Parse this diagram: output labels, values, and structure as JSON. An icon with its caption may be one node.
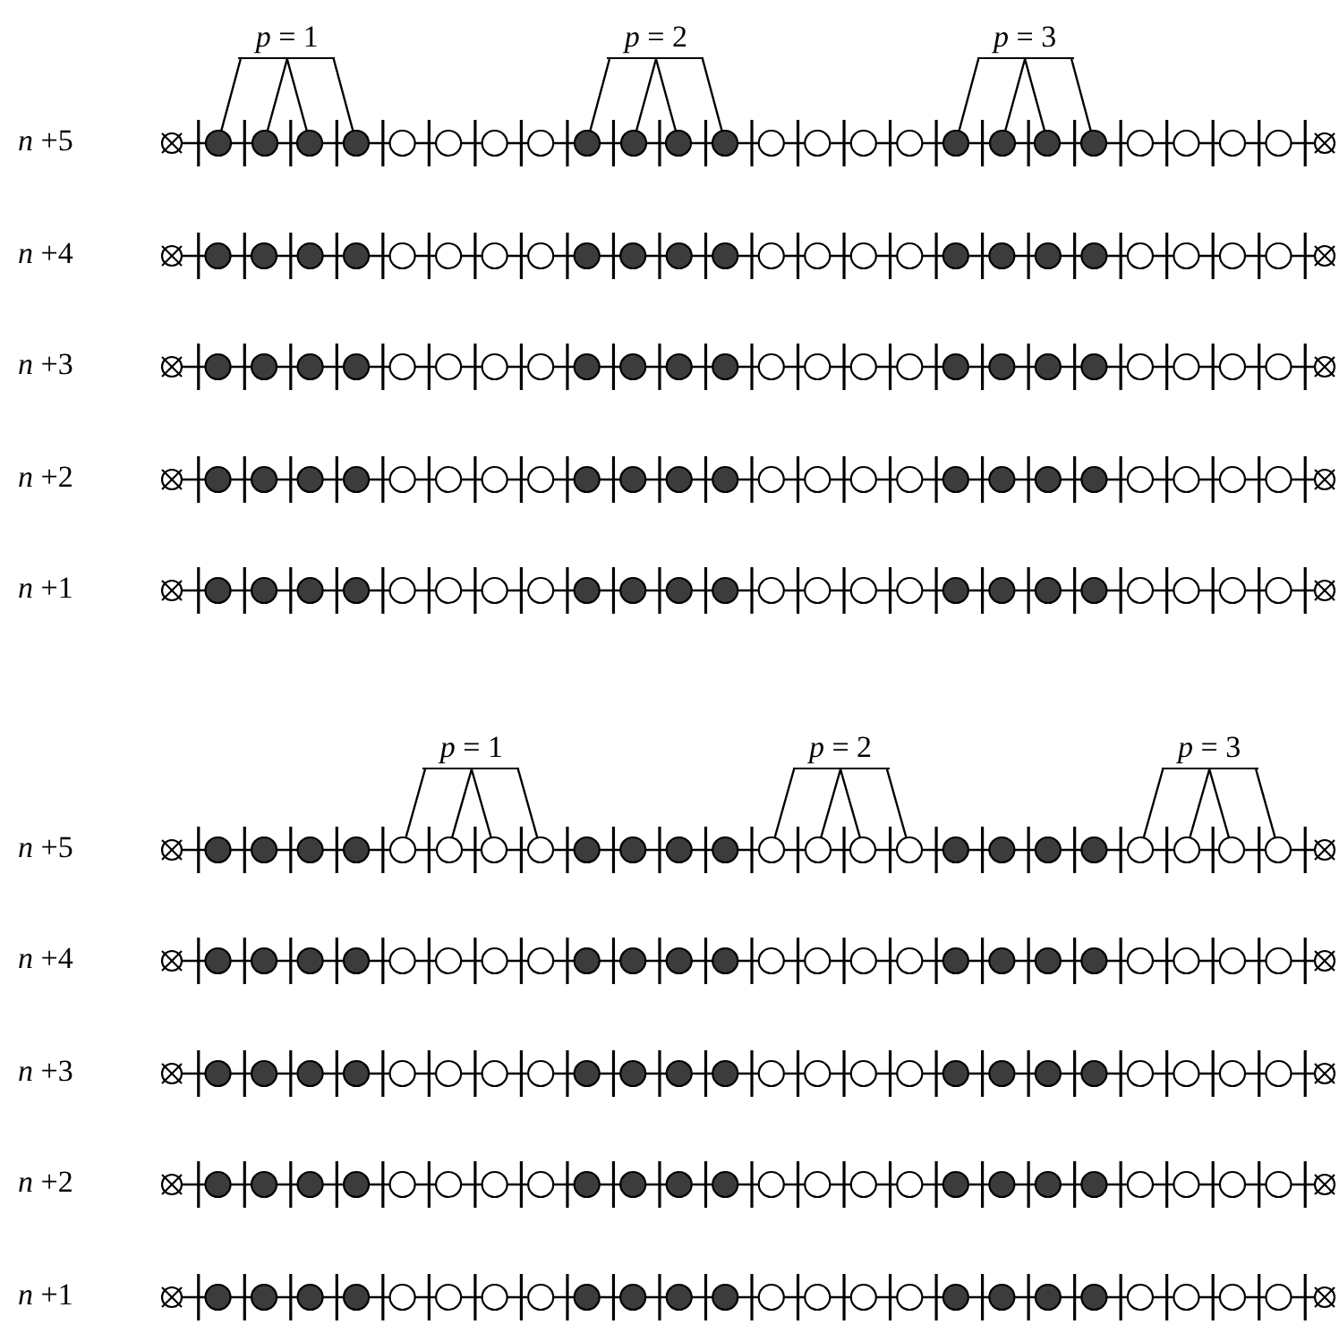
{
  "diagram": {
    "nodes": [
      {
        "text": [
          "*p* = 1"
        ]
      },
      {
        "text": [],
        "shape": "circle"
      },
      {
        "text": [],
        "shape": "circle"
      },
      {
        "text": [],
        "shape": "circle"
      },
      {
        "text": [],
        "shape": "circle"
      },
      {
        "text": [
          "*p* = 2"
        ]
      },
      {
        "text": [],
        "shape": "circle"
      },
      {
        "text": [],
        "shape": "circle"
      },
      {
        "text": [],
        "shape": "circle"
      },
      {
        "text": [],
        "shape": "circle"
      },
      {
        "text": [
          "*p* = 3"
        ]
      },
      {
        "text": [],
        "shape": "circle"
      },
      {
        "text": [],
        "shape": "circle"
      },
      {
        "text": [],
        "shape": "circle"
      },
      {
        "text": [],
        "shape": "circle"
      },
      {
        "text": [
          "*p* = 1"
        ]
      },
      {
        "text": [],
        "shape": "circle"
      },
      {
        "text": [],
        "shape": "circle"
      },
      {
        "text": [],
        "shape": "circle"
      },
      {
        "text": [],
        "shape": "circle"
      },
      {
        "text": [
          "*p* = 2"
        ]
      },
      {
        "text": [],
        "shape": "circle"
      },
      {
        "text": [],
        "shape": "circle"
      },
      {
        "text": [],
        "shape": "circle"
      },
      {
        "text": [],
        "shape": "circle"
      },
      {
        "text": [
          "*p* = 3"
        ]
      },
      {
        "text": [],
        "shape": "circle"
      },
      {
        "text": [],
        "shape": "circle"
      },
      {
        "text": [],
        "shape": "circle"
      },
      {
        "text": [],
        "shape": "circle"
      }
    ],
    "edges": [
      {
        "from": 0,
        "to": 1,
        "arrow": "none"
      },
      {
        "from": 0,
        "to": 2,
        "arrow": "none"
      },
      {
        "from": 0,
        "to": 3,
        "arrow": "none"
      },
      {
        "from": 0,
        "to": 4,
        "arrow": "none"
      },
      {
        "from": 5,
        "to": 6,
        "arrow": "none"
      },
      {
        "from": 5,
        "to": 7,
        "arrow": "none"
      },
      {
        "from": 5,
        "to": 8,
        "arrow": "none"
      },
      {
        "from": 5,
        "to": 9,
        "arrow": "none"
      },
      {
        "from": 10,
        "to": 11,
        "arrow": "none"
      },
      {
        "from": 10,
        "to": 12,
        "arrow": "none"
      },
      {
        "from": 10,
        "to": 13,
        "arrow": "none"
      },
      {
        "from": 10,
        "to": 14,
        "arrow": "none"
      },
      {
        "from": 15,
        "to": 16,
        "arrow": "none"
      },
      {
        "from": 15,
        "to": 17,
        "arrow": "none"
      },
      {
        "from": 15,
        "to": 18,
        "arrow": "none"
      },
      {
        "from": 15,
        "to": 19,
        "arrow": "none"
      },
      {
        "from": 20,
        "to": 21,
        "arrow": "none"
      },
      {
        "from": 20,
        "to": 22,
        "arrow": "none"
      },
      {
        "from": 20,
        "to": 23,
        "arrow": "none"
      },
      {
        "from": 20,
        "to": 24,
        "arrow": "none"
      },
      {
        "from": 25,
        "to": 26,
        "arrow": "none"
      },
      {
        "from": 25,
        "to": 27,
        "arrow": "none"
      },
      {
        "from": 25,
        "to": 28,
        "arrow": "none"
      },
      {
        "from": 25,
        "to": 29,
        "arrow": "none"
      }
    ],
    "labels": [
      "*n* +5",
      "*n* +4",
      "*n* +3",
      "*n* +2",
      "*n* +1",
      "*n* +5",
      "*n* +4",
      "*n* +3",
      "*n* +2",
      "*n* +1"
    ]
  }
}
